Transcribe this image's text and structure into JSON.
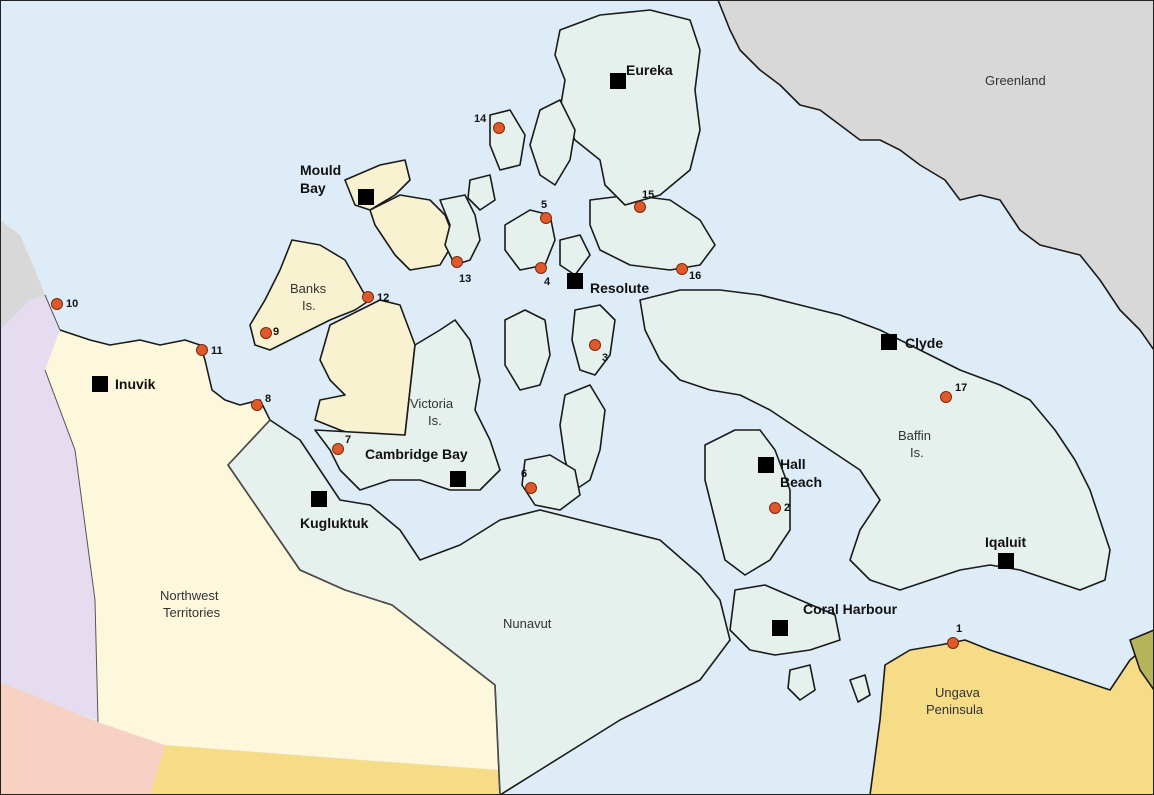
{
  "colors": {
    "ocean": "#deecf8",
    "nunavut_land": "#e6f0ec",
    "nwt": "#fdf8dc",
    "banks_victoria_nwt": "#f8f2d0",
    "greenland": "#d8d8d8",
    "yukon": "#e6dcef",
    "british_columbia": "#f7d2c4",
    "alberta_saskatchewan": "#f7dc88",
    "quebec": "#f7dc88",
    "labrador": "#b5b45a",
    "site_marker": "#e0592a",
    "station_marker": "#000000",
    "border": "#555555"
  },
  "regions": {
    "greenland": "Greenland",
    "banks": [
      "Banks",
      "Is."
    ],
    "victoria": [
      "Victoria",
      "Is."
    ],
    "baffin": [
      "Baffin",
      "Is."
    ],
    "nwt": [
      "Northwest",
      "Territories"
    ],
    "nunavut": "Nunavut",
    "ungava": [
      "Ungava",
      "Peninsula"
    ]
  },
  "stations": {
    "eureka": "Eureka",
    "mould_bay": [
      "Mould",
      "Bay"
    ],
    "resolute": "Resolute",
    "clyde": "Clyde",
    "inuvik": "Inuvik",
    "cambridge_bay": "Cambridge Bay",
    "kugluktuk": "Kugluktuk",
    "hall_beach": [
      "Hall",
      "Beach"
    ],
    "iqaluit": "Iqaluit",
    "coral_harbour": "Coral Harbour"
  },
  "sites": {
    "s1": "1",
    "s2": "2",
    "s3": "3",
    "s4": "4",
    "s5": "5",
    "s6": "6",
    "s7": "7",
    "s8": "8",
    "s9": "9",
    "s10": "10",
    "s11": "11",
    "s12": "12",
    "s13": "13",
    "s14": "14",
    "s15": "15",
    "s16": "16",
    "s17": "17"
  }
}
